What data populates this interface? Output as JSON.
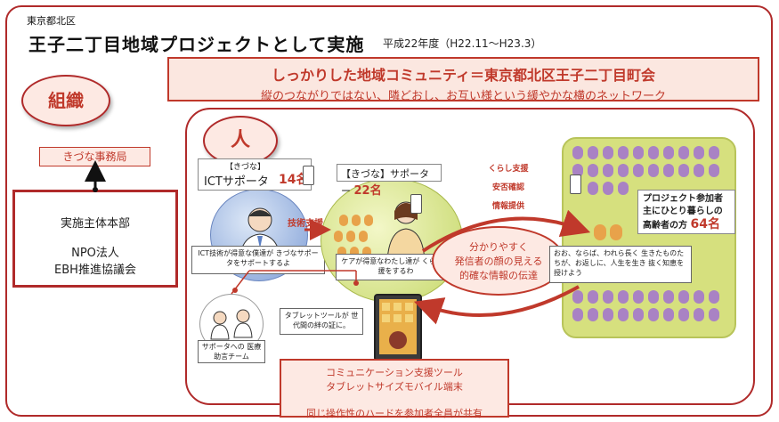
{
  "header": {
    "region": "東京都北区",
    "title": "王子二丁目地域プロジェクトとして実施",
    "period": "平成22年度（H22.11～H23.3）"
  },
  "banner": {
    "title": "しっかりした地域コミュニティ＝東京都北区王子二丁目町会",
    "subtitle": "縦のつながりではない、隣どおし、お互い様という緩やかな横のネットワーク"
  },
  "organization": {
    "label": "組織",
    "secretariat": "きづな事務局",
    "hq_lines": [
      "実施主体本部",
      "NPO法人",
      "EBH推進協議会"
    ]
  },
  "people": {
    "label": "人",
    "ict": {
      "kizuna": "【きづな】",
      "title": "ICTサポータ",
      "count": "14名",
      "note": "ICT技術が得意な僕達が きづなサポータをサポートするよ"
    },
    "tech_support": "技術支援",
    "supporters": {
      "title": "【きづな】サポーター",
      "count": "22名",
      "note": "ケアが得意なわたし達が くらし支援をするわ"
    },
    "services": [
      "くらし支援",
      "安否確認",
      "情報提供"
    ],
    "center": [
      "分かりやすく",
      "発信者の顔の見える",
      "的確な情報の伝達"
    ],
    "elderly": {
      "line1": "プロジェクト参加者",
      "line2": "主にひとり暮らしの",
      "line3": "高齢者の方",
      "count": "64名",
      "note": "おお、ならば、われら長く 生きたものたちが、お返しに、人生を生き 抜く知恵を授けよう"
    },
    "tablet_note": "タブレットツールが 世代間の絆の証に。",
    "doctor_note": "サポータへの 医療助言チーム"
  },
  "bottom": {
    "line1": "コミュニケーション支援ツール",
    "line2": "タブレットサイズモバイル端末",
    "line3": "同じ操作性のハードを参加者全員が共有"
  },
  "colors": {
    "accent": "#c0392b",
    "frame": "#b02a2a",
    "pink_fill": "#fde9e3",
    "green_panel": "#d6e07e",
    "purple_figure": "#a982c4",
    "orange_figure": "#e8a24a"
  }
}
